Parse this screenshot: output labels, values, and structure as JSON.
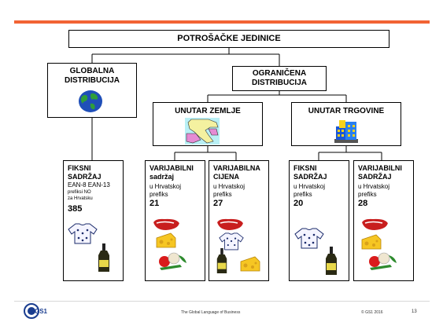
{
  "colors": {
    "accent": "#f26334",
    "logo": "#1a3d8f"
  },
  "root": {
    "title": "POTROŠAČKE JEDINICE"
  },
  "global": {
    "title_line1": "GLOBALNA",
    "title_line2": "DISTRIBUCIJA",
    "icon": "globe-icon"
  },
  "limited": {
    "title_line1": "OGRANIČENA",
    "title_line2": "DISTRIBUCIJA"
  },
  "country": {
    "title": "UNUTAR ZEMLJE",
    "icon": "croatia-map-icon"
  },
  "store": {
    "title": "UNUTAR TRGOVINE",
    "icon": "store-building-icon"
  },
  "leaves": {
    "fixed_global": {
      "title_line1": "FIKSNI",
      "title_line2": "SADRŽAJ",
      "sub1": "EAN-8 EAN-13",
      "sub2": "prefiksi NO",
      "sub3": "za Hrvatsku",
      "number": "385"
    },
    "var_content_country": {
      "title_line1": "VARIJABILNI",
      "title_line2": "sadržaj",
      "sub1": "u Hrvatskoj",
      "sub2": "prefiks",
      "number": "21"
    },
    "var_price_country": {
      "title_line1": "VARIJABILNA",
      "title_line2": "CIJENA",
      "sub1": "u Hrvatskoj",
      "sub2": "prefiks",
      "number": "27"
    },
    "fixed_store": {
      "title_line1": "FIKSNI",
      "title_line2": "SADRŽAJ",
      "sub1": "u Hrvatskoj",
      "sub2": "prefiks",
      "number": "20"
    },
    "var_content_store": {
      "title_line1": "VARIJABILNI",
      "title_line2": "SADRŽAJ",
      "sub1": "u Hrvatskoj",
      "sub2": "prefiks",
      "number": "28"
    }
  },
  "footer": {
    "logo_text": "GS1",
    "tagline": "The Global Language of Business",
    "copyright": "© GS1 2016",
    "page": "13"
  }
}
